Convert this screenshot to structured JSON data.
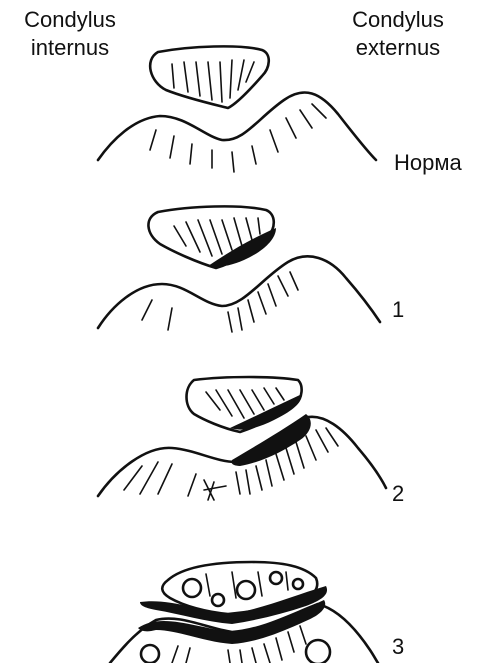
{
  "labels": {
    "condylus_internus": "Condylus\ninternus",
    "condylus_externus": "Condylus\nexternus"
  },
  "stages": [
    {
      "label": "Норма"
    },
    {
      "label": "1"
    },
    {
      "label": "2"
    },
    {
      "label": "3"
    }
  ],
  "colors": {
    "ink": "#111111",
    "background": "#ffffff"
  }
}
